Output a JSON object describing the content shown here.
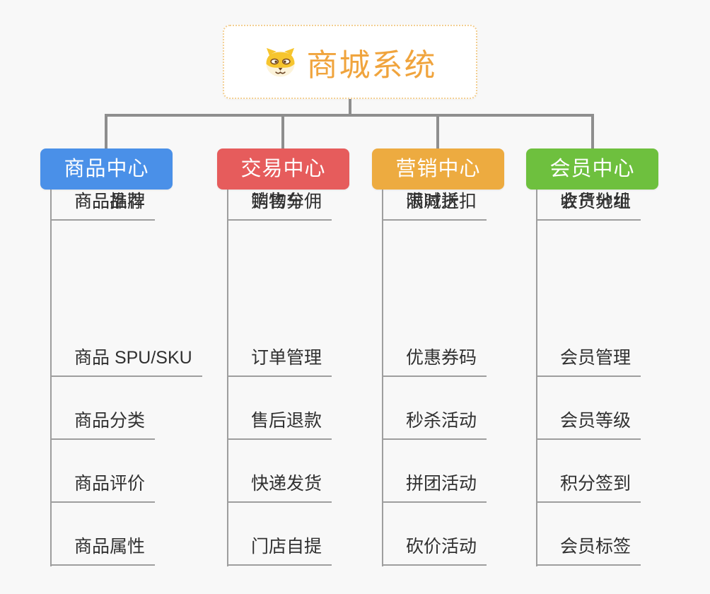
{
  "page": {
    "background": "#f8f8f8",
    "connector_color": "#8e8e8e",
    "leaf_line_color": "#9e9e9e",
    "leaf_text_color": "#303030"
  },
  "root": {
    "title": "商城系统",
    "color": "#f0a43d",
    "border_color": "#f3cf92",
    "icon": "shiba-dog-icon"
  },
  "branches": [
    {
      "label": "商品中心",
      "color": "#4a90e8",
      "children": [
        "商品 SPU/SKU",
        "商品分类",
        "商品评价",
        "商品属性",
        "商品推荐",
        "商品品牌"
      ]
    },
    {
      "label": "交易中心",
      "color": "#e65c5c",
      "children": [
        "订单管理",
        "售后退款",
        "快递发货",
        "门店自提",
        "购物车",
        "销售分佣"
      ]
    },
    {
      "label": "营销中心",
      "color": "#edab40",
      "children": [
        "优惠券码",
        "秒杀活动",
        "拼团活动",
        "砍价活动",
        "限时折扣",
        "满减送"
      ]
    },
    {
      "label": "会员中心",
      "color": "#6ec03e",
      "children": [
        "会员管理",
        "会员等级",
        "积分签到",
        "会员标签",
        "会员分组",
        "收货地址"
      ]
    }
  ]
}
